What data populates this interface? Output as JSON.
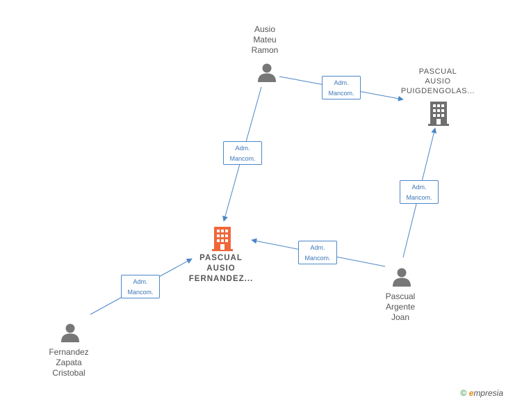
{
  "nodes": {
    "ausio": {
      "lines": [
        "Ausio",
        "Mateu",
        "Ramon"
      ]
    },
    "puigdengolas": {
      "lines": [
        "PASCUAL",
        "AUSIO",
        "PUIGDENGOLAS..."
      ]
    },
    "fernandez_company": {
      "lines": [
        "PASCUAL",
        "AUSIO",
        "FERNANDEZ..."
      ]
    },
    "argente": {
      "lines": [
        "Pascual",
        "Argente",
        "Joan"
      ]
    },
    "zapata": {
      "lines": [
        "Fernandez",
        "Zapata",
        "Cristobal"
      ]
    }
  },
  "edges": [
    {
      "line1": "Adm.",
      "line2": "Mancom."
    },
    {
      "line1": "Adm.",
      "line2": "Mancom."
    },
    {
      "line1": "Adm.",
      "line2": "Mancom."
    },
    {
      "line1": "Adm.",
      "line2": "Mancom."
    },
    {
      "line1": "Adm.",
      "line2": "Mancom."
    }
  ],
  "colors": {
    "edge": "#4a86c8",
    "person_icon": "#777777",
    "company_icon": "#6f6f6f",
    "main_company_icon": "#f0673a"
  },
  "footer": {
    "symbol": "©",
    "brand_initial": "e",
    "brand_rest": "mpresia"
  }
}
